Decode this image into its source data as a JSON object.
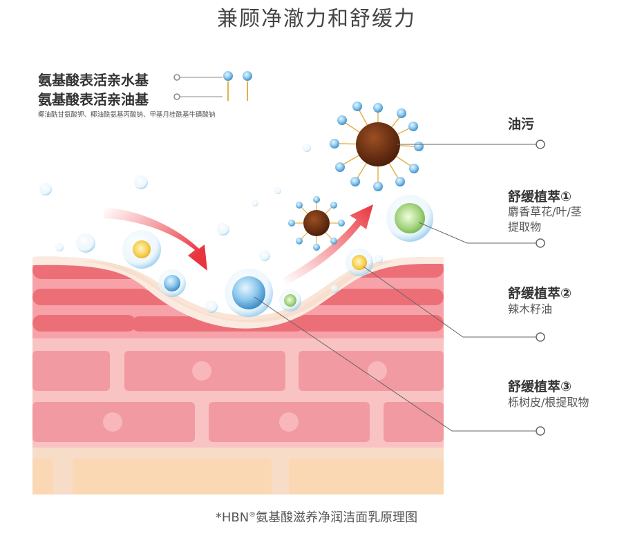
{
  "title": "兼顾净澈力和舒缓力",
  "legend": {
    "hydrophilic": "氨基酸表活亲水基",
    "lipophilic": "氨基酸表活亲油基",
    "note": "椰油酰甘氨酸钾、椰油酰氨基丙酸钠、甲基月桂酰基牛磺酸钠"
  },
  "labels": {
    "oil": "油污",
    "extract1_title": "舒缓植萃①",
    "extract1_desc_line1": "麝香草花/叶/茎",
    "extract1_desc_line2": "提取物",
    "extract2_title": "舒缓植萃②",
    "extract2_desc": "辣木籽油",
    "extract3_title": "舒缓植萃③",
    "extract3_desc": "栎树皮/根提取物"
  },
  "caption": {
    "prefix": "*HBN",
    "reg": "®",
    "text": "氨基酸滋养净润洁面乳原理图"
  },
  "colors": {
    "skin_top": "#f4cfc8",
    "skin_red": "#ec6f78",
    "skin_pink": "#f6a8ae",
    "brick": "#f29aa1",
    "base": "#f9dcc5",
    "arrow": "#e8343d",
    "oil": "#6a2e12",
    "bubble": "#8ec9ea",
    "line": "#666666"
  }
}
